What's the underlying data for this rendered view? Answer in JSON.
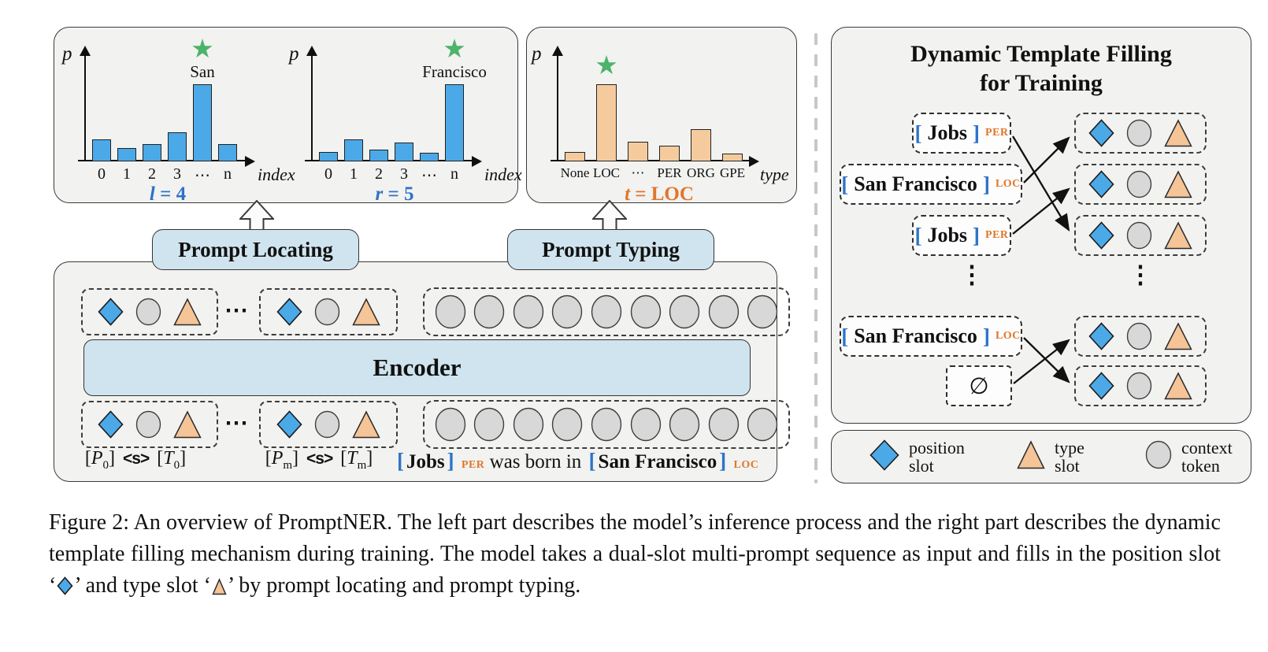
{
  "colors": {
    "panel_bg": "#f2f2f0",
    "box_blue": "#cfe4ee",
    "shape_blue": "#4ba9e8",
    "shape_tan": "#f5c497",
    "token_gray": "#d8d8d8",
    "star_green": "#4cb36b",
    "text_blue": "#2d73c8",
    "text_orange": "#e0762a"
  },
  "chart_data": [
    {
      "type": "bar",
      "ylabel": "p",
      "xlabel": "index",
      "categories": [
        "0",
        "1",
        "2",
        "3",
        "⋯",
        "n"
      ],
      "values": [
        0.29,
        0.17,
        0.22,
        0.38,
        1.0,
        0.22
      ],
      "ylim": [
        0,
        1
      ],
      "grid": false,
      "bar_color": "#4ba9e8",
      "star_index": 4,
      "star_label": "San",
      "annotation": {
        "var": "l",
        "value": "4"
      },
      "annotation_color": "#2d73c8"
    },
    {
      "type": "bar",
      "ylabel": "p",
      "xlabel": "index",
      "categories": [
        "0",
        "1",
        "2",
        "3",
        "⋯",
        "n"
      ],
      "values": [
        0.12,
        0.29,
        0.15,
        0.24,
        0.11,
        1.0
      ],
      "ylim": [
        0,
        1
      ],
      "grid": false,
      "bar_color": "#4ba9e8",
      "star_index": 5,
      "star_label": "Francisco",
      "annotation": {
        "var": "r",
        "value": "5"
      },
      "annotation_color": "#2d73c8"
    },
    {
      "type": "bar",
      "ylabel": "p",
      "xlabel": "type",
      "categories": [
        "None",
        "LOC",
        "⋯",
        "PER",
        "ORG",
        "GPE"
      ],
      "values": [
        0.12,
        1.0,
        0.26,
        0.2,
        0.42,
        0.1
      ],
      "ylim": [
        0,
        1
      ],
      "grid": false,
      "bar_color": "#f5cb9e",
      "star_index": 1,
      "star_label": null,
      "annotation": {
        "var": "t",
        "value": "LOC"
      },
      "annotation_color": "#e0762a"
    }
  ],
  "left": {
    "prompt_locating": "Prompt Locating",
    "prompt_typing": "Prompt Typing",
    "encoder": "Encoder",
    "ellipsis": "⋯",
    "context_token_count": 9,
    "io": {
      "bracket_open": "[",
      "bracket_close": "]",
      "p": "P",
      "t": "T",
      "sep": "<s>",
      "sub_first": "0",
      "sub_last": "m"
    },
    "sentence": {
      "bracket_open": "[",
      "bracket_close": "]",
      "entity1": "Jobs",
      "tag1": "PER",
      "middle": "was born in",
      "entity2": "San Francisco",
      "tag2": "LOC"
    }
  },
  "right": {
    "title_line1": "Dynamic Template Filling",
    "title_line2": "for Training",
    "bracket_open": "[",
    "bracket_close": "]",
    "rows": [
      {
        "name": "Jobs",
        "tag": "PER"
      },
      {
        "name": "San Francisco",
        "tag": "LOC"
      },
      {
        "name": "Jobs",
        "tag": "PER"
      },
      {
        "name": "San Francisco",
        "tag": "LOC"
      },
      {
        "name": "∅",
        "tag": ""
      }
    ],
    "vertical_dots": "⋮"
  },
  "legend": {
    "items": [
      {
        "icon": "position-slot-icon",
        "line1": "position",
        "line2": "slot"
      },
      {
        "icon": "type-slot-icon",
        "line1": "type",
        "line2": "slot"
      },
      {
        "icon": "context-token-icon",
        "line1": "context",
        "line2": "token"
      }
    ]
  },
  "caption": {
    "part1": "Figure 2:  An overview of PromptNER. The left part describes the model’s inference process and the right part describes the dynamic template filling mechanism during training.  The model takes a dual-slot multi-prompt sequence as input and fills in the position slot ‘",
    "part2": "’ and type slot ‘",
    "part3": "’ by prompt locating and prompt typing."
  }
}
